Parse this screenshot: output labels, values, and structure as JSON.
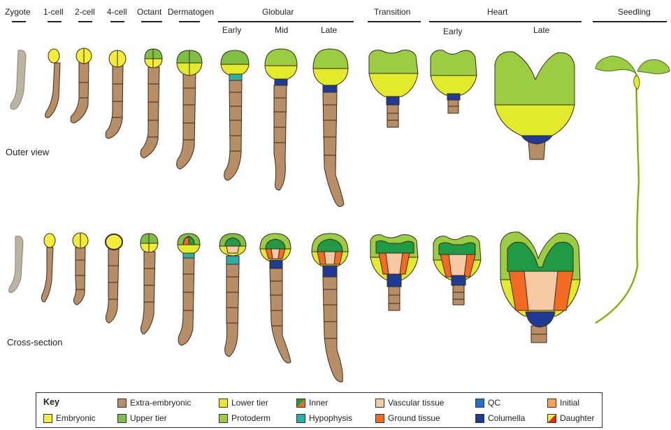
{
  "stages": {
    "zygote": "Zygote",
    "one_cell": "1-cell",
    "two_cell": "2-cell",
    "four_cell": "4-cell",
    "octant": "Octant",
    "dermatogen": "Dermatogen",
    "globular": "Globular",
    "transition": "Transition",
    "heart": "Heart",
    "seedling": "Seedling"
  },
  "sub_stages": {
    "globular_early": "Early",
    "globular_mid": "Mid",
    "globular_late": "Late",
    "heart_early": "Early",
    "heart_late": "Late"
  },
  "views": {
    "outer": "Outer view",
    "cross": "Cross-section"
  },
  "colors": {
    "extra_embryonic": "#b88e66",
    "embryonic": "#f2ec3a",
    "upper_tier": "#7ec043",
    "lower_tier": "#e3ea2c",
    "protoderm": "#9acd41",
    "hypophysis": "#2bb0a6",
    "inner": "#1f9a45",
    "ground_tissue": "#f36b22",
    "vascular_tissue": "#f5c9a3",
    "qc": "#2472c8",
    "columella": "#1f3b95",
    "initial": "#f4a258",
    "zygote": "#bcb4a2"
  },
  "key": {
    "title": "Key",
    "items": [
      {
        "label": "Embryonic",
        "color": "#f2ec3a"
      },
      {
        "label": "Extra-embryonic",
        "color": "#b88e66"
      },
      {
        "label": "Upper tier",
        "color": "#7ec043"
      },
      {
        "label": "Lower tier",
        "color": "#e3ea2c"
      },
      {
        "label": "Protoderm",
        "color": "#9acd41"
      },
      {
        "label": "Inner",
        "color": "split-inner"
      },
      {
        "label": "Hypophysis",
        "color": "#2bb0a6"
      },
      {
        "label": "Vascular tissue",
        "color": "#f5c9a3"
      },
      {
        "label": "Ground tissue",
        "color": "#f36b22"
      },
      {
        "label": "QC",
        "color": "#2472c8"
      },
      {
        "label": "Columella",
        "color": "#1f3b95"
      },
      {
        "label": "Initial",
        "color": "#f4a258"
      },
      {
        "label": "Daughter",
        "color": "split-daughter"
      }
    ]
  }
}
